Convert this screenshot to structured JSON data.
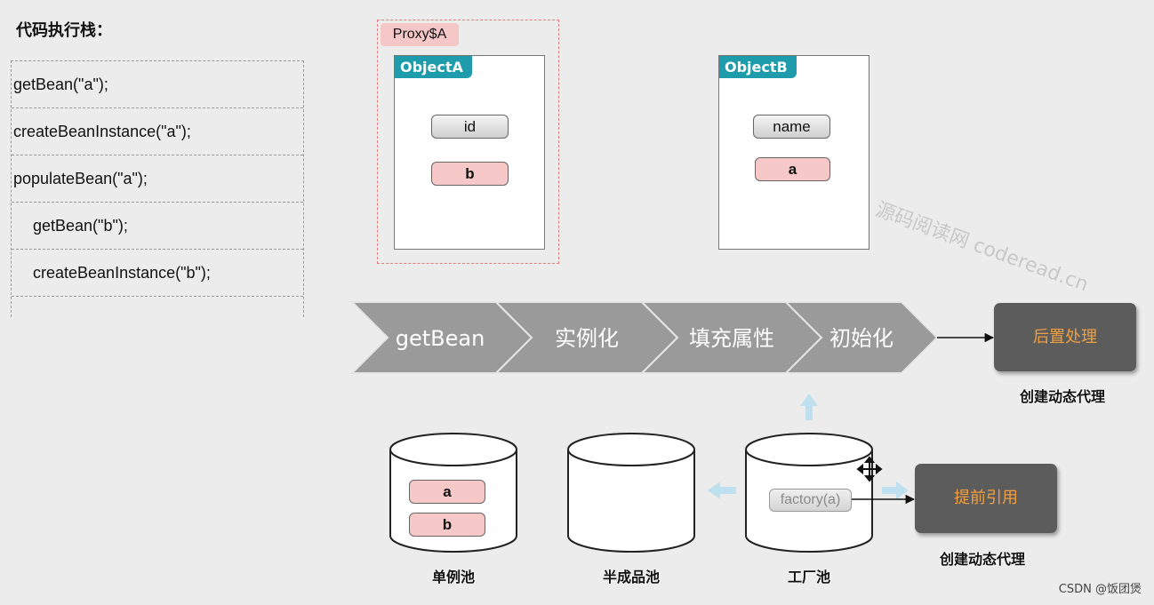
{
  "stack": {
    "title": "代码执行栈：",
    "rows": [
      "getBean(\"a\");",
      "createBeanInstance(\"a\");",
      "populateBean(\"a\");",
      "getBean(\"b\");",
      "createBeanInstance(\"b\");"
    ]
  },
  "proxy": {
    "label": "Proxy$A"
  },
  "objectA": {
    "title": "ObjectA",
    "fields": [
      "id",
      "b"
    ]
  },
  "objectB": {
    "title": "ObjectB",
    "fields": [
      "name",
      "a"
    ]
  },
  "watermark": "源码阅读网 coderead.cn",
  "pipeline": {
    "steps": [
      "getBean",
      "实例化",
      "填充属性",
      "初始化"
    ]
  },
  "post_process": {
    "label": "后置处理",
    "caption": "创建动态代理"
  },
  "early_ref": {
    "label": "提前引用",
    "caption": "创建动态代理"
  },
  "pools": {
    "singleton": {
      "label": "单例池",
      "items": [
        "a",
        "b"
      ]
    },
    "half": {
      "label": "半成品池"
    },
    "factory": {
      "label": "工厂池",
      "item": "factory(a)"
    }
  },
  "footer": "CSDN @饭团煲",
  "colors": {
    "accent": "#1f9cab",
    "pink": "#f6c8c8",
    "arrow": "#8a8a8a",
    "dark_box": "#5c5c5c",
    "orange_text": "#f0a040"
  }
}
